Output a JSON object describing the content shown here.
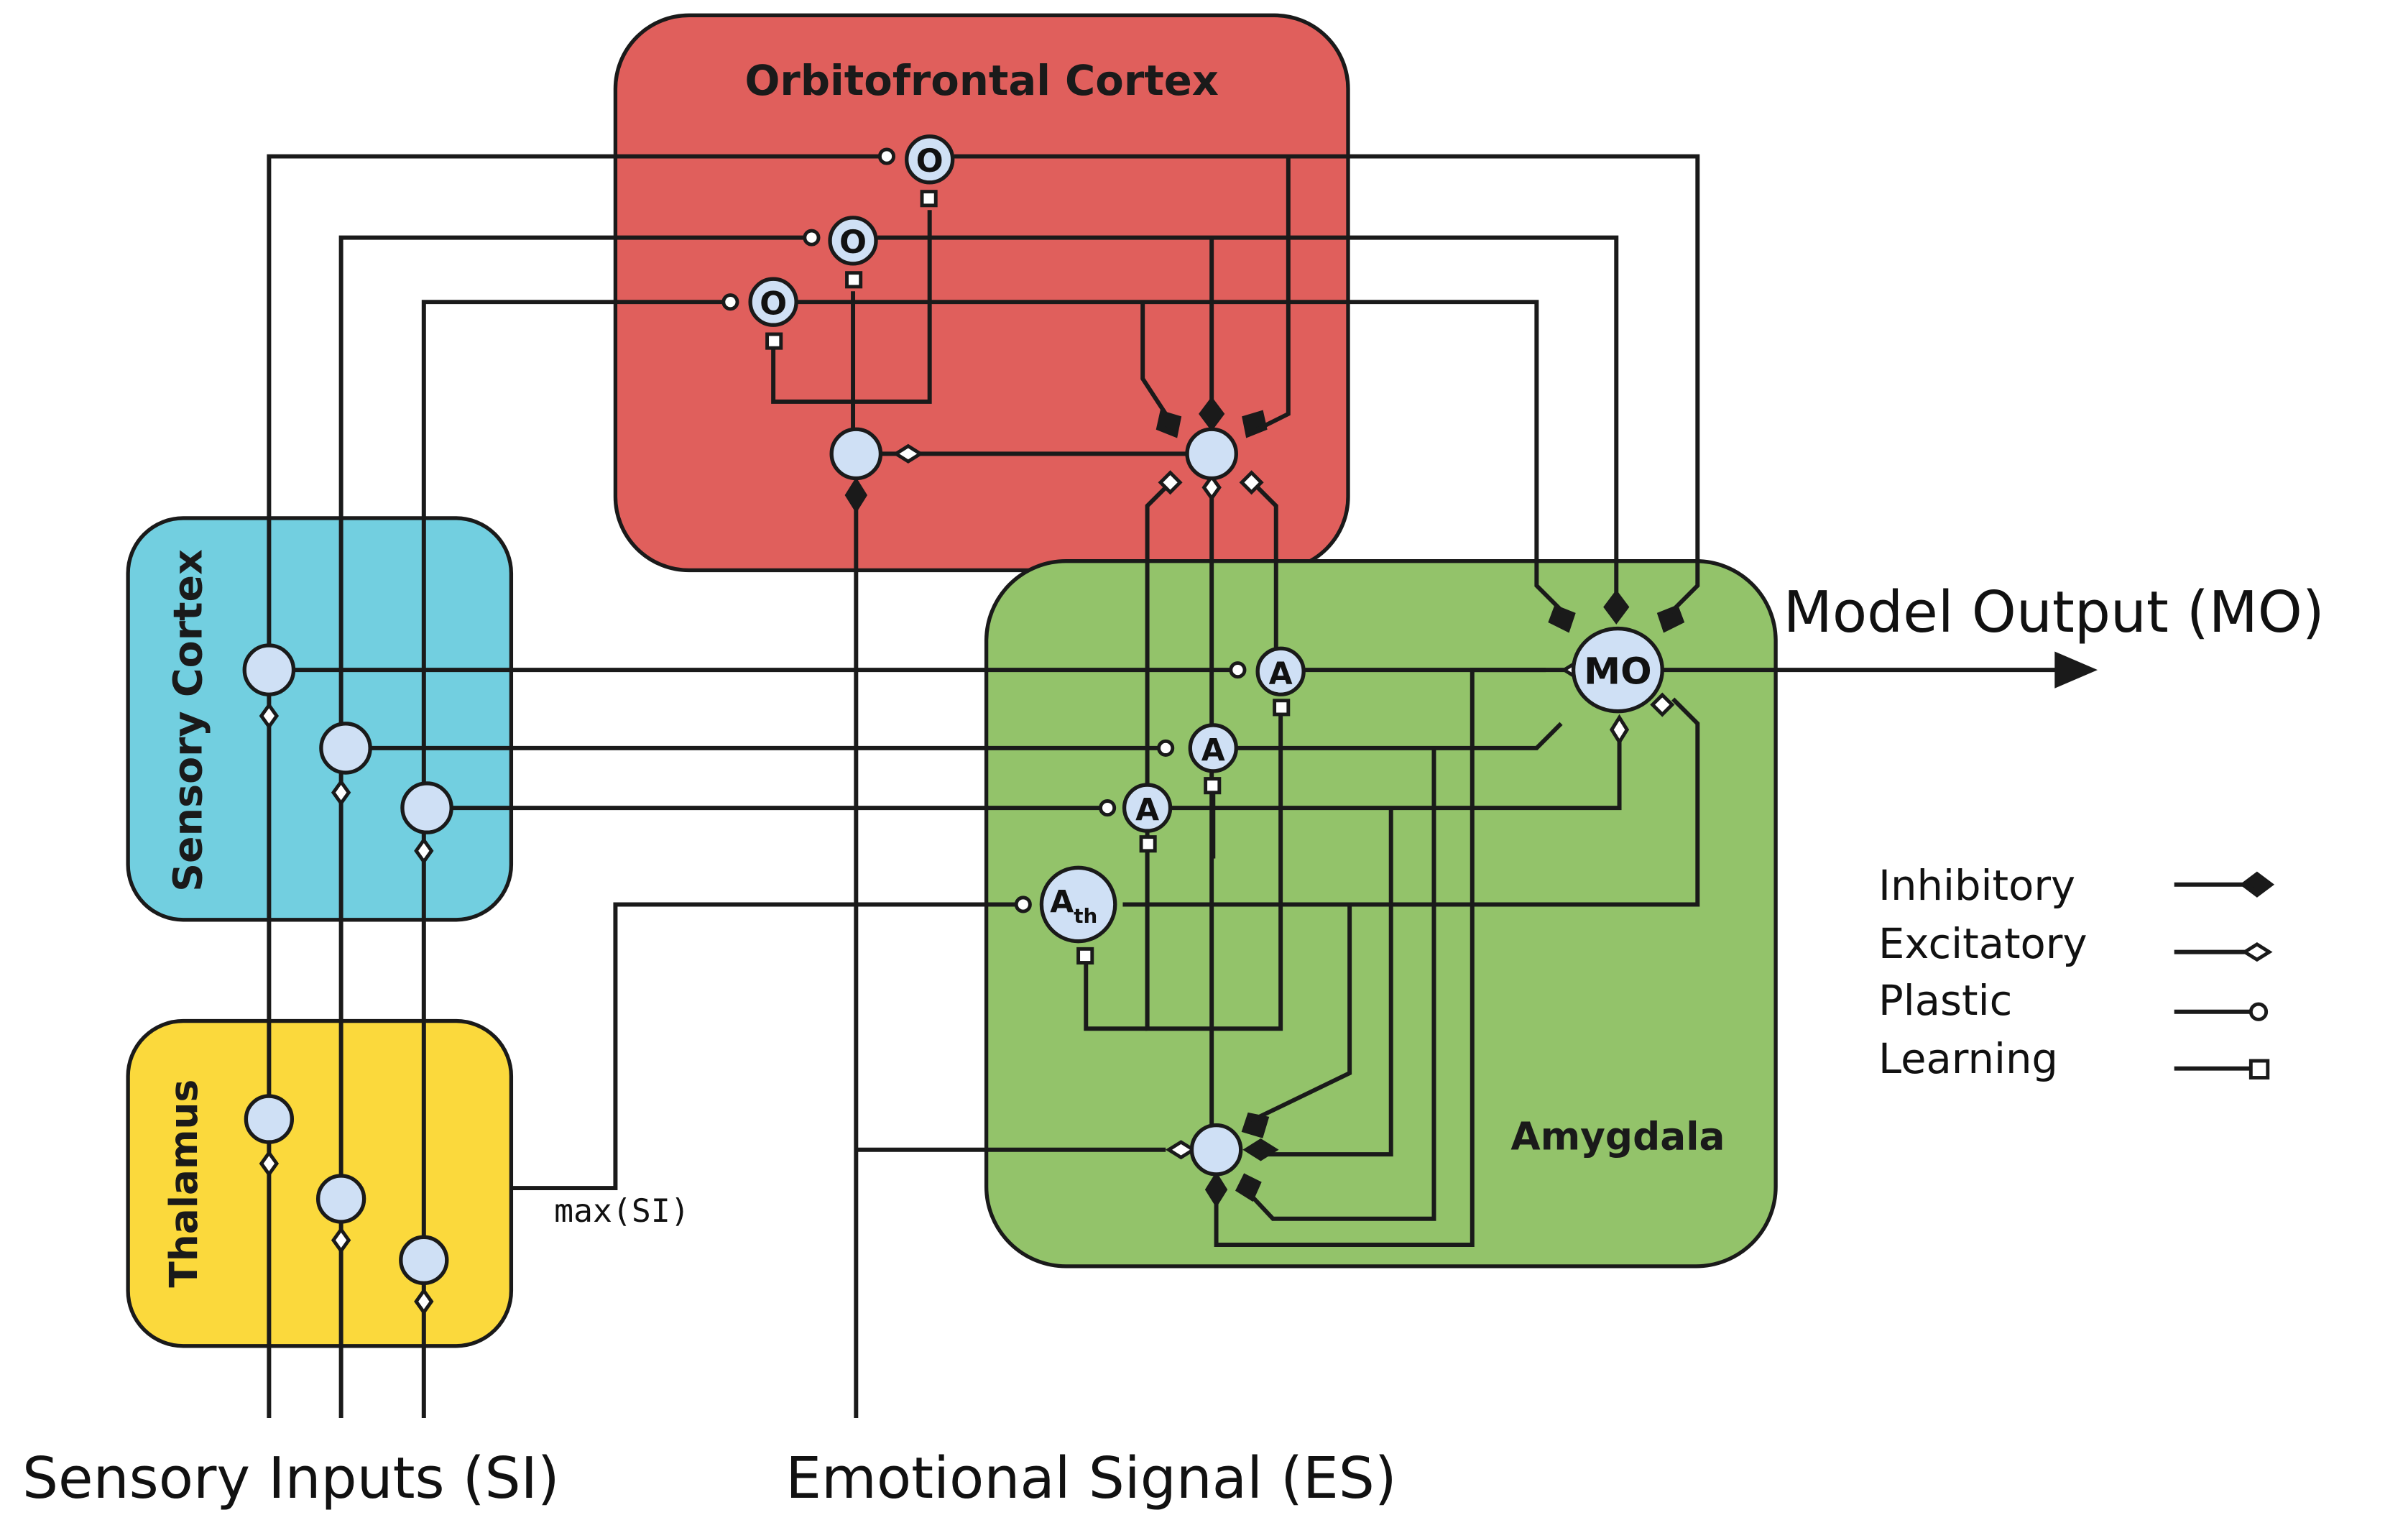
{
  "regions": {
    "orbitofrontal": {
      "title": "Orbitofrontal Cortex",
      "color": "#e05f5c"
    },
    "sensory_cortex": {
      "title": "Sensory Cortex",
      "color": "#72cfe0"
    },
    "thalamus": {
      "title": "Thalamus",
      "color": "#fbd93c"
    },
    "amygdala": {
      "title": "Amygdala",
      "color": "#93c36a"
    }
  },
  "neurons": {
    "orbitofrontal": "O",
    "amygdala": "A",
    "threshold_main": "A",
    "threshold_sub": "th",
    "model_output": "MO"
  },
  "labels": {
    "model_output": "Model Output (MO)",
    "sensory_inputs": "Sensory Inputs (SI)",
    "emotional_signal": "Emotional Signal (ES)",
    "max_si": "max(SI)"
  },
  "legend": {
    "items": [
      {
        "label": "Inhibitory",
        "terminal": "inhibitory"
      },
      {
        "label": "Excitatory",
        "terminal": "excitatory"
      },
      {
        "label": "Plastic",
        "terminal": "plastic"
      },
      {
        "label": "Learning",
        "terminal": "learning"
      }
    ]
  },
  "colors": {
    "neuron_fill": "#cfe0f5",
    "wire": "#1a1a1a"
  }
}
